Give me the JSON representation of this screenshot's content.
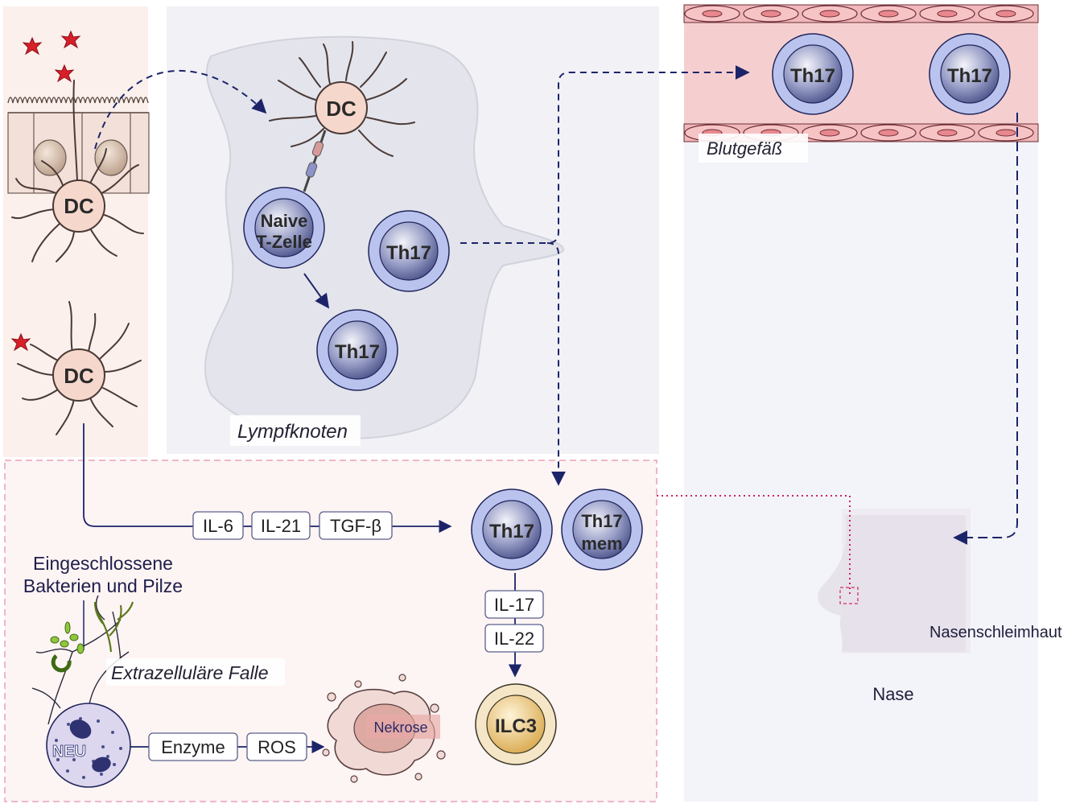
{
  "labels": {
    "dc": "DC",
    "naive_line1": "Naive",
    "naive_line2": "T-Zelle",
    "th17": "Th17",
    "th17mem_line1": "Th17",
    "th17mem_line2": "mem",
    "ilc3": "ILC3",
    "neu": "NEU",
    "lymph": "Lympfknoten",
    "blood": "Blutgefäß",
    "bacteria_line1": "Eingeschlossene",
    "bacteria_line2": "Bakterien und Pilze",
    "trap": "Extrazelluläre Falle",
    "necrosis": "Nekrose",
    "nasal_mucosa": "Nasenschleimhaut",
    "nose": "Nase"
  },
  "cytokines": {
    "il6": "IL-6",
    "il21": "IL-21",
    "tgfb": "TGF-β",
    "il17": "IL-17",
    "il22": "IL-22",
    "enzyme": "Enzyme",
    "ros": "ROS"
  },
  "colors": {
    "t_cell_ring": "#b9c3ee",
    "t_cell_core": "#6a72a8",
    "dc_body": "#f6d7cc",
    "ilc3_core": "#e7c27a",
    "vessel": "#f2c7c8",
    "arrow": "#1c2469",
    "panel_border": "#e8a2b6"
  }
}
